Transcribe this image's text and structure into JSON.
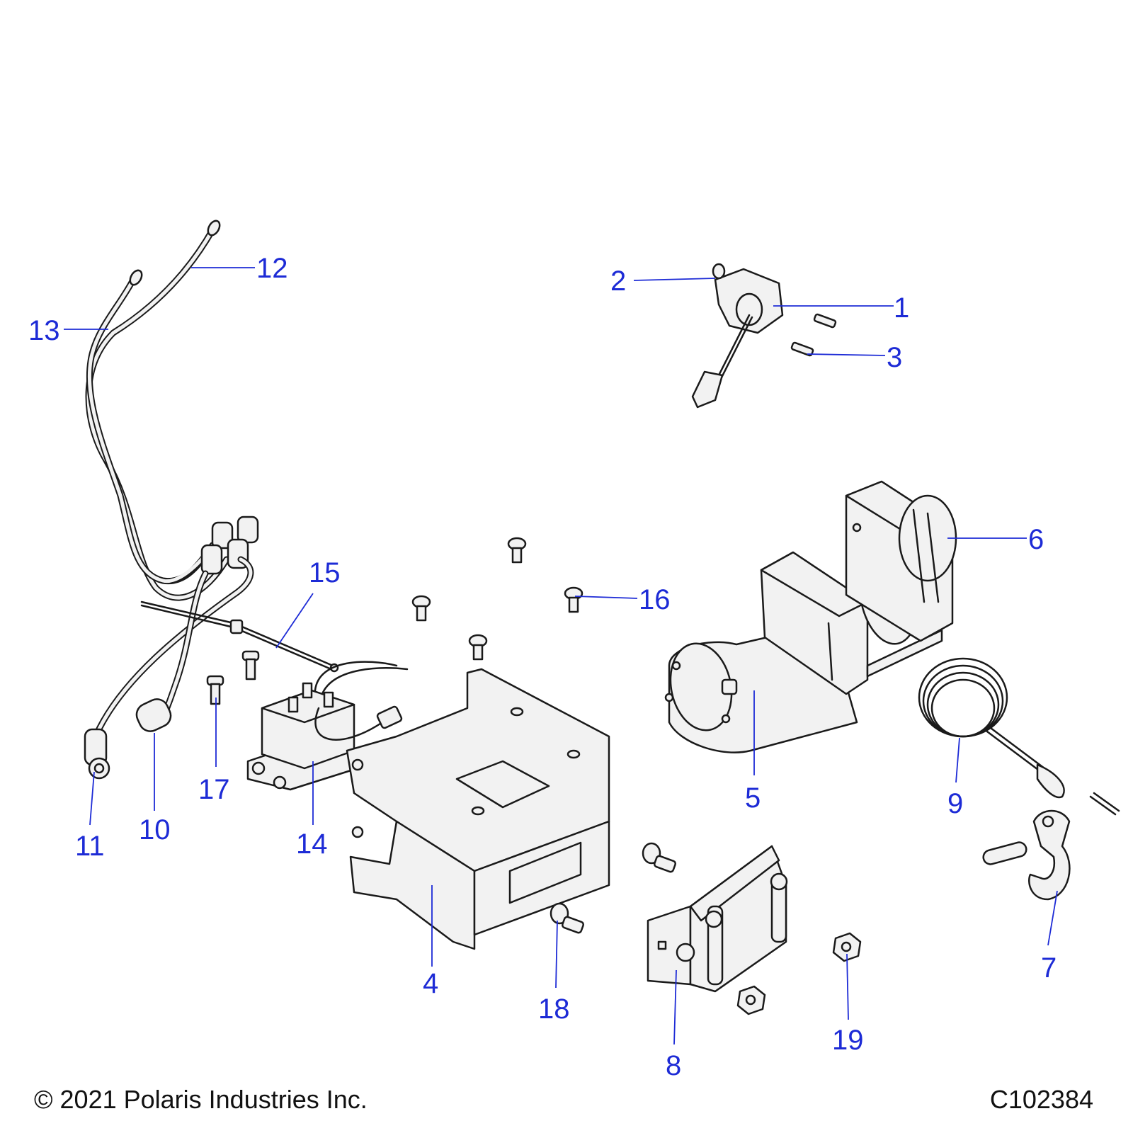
{
  "colors": {
    "callout": "#1d2bd6",
    "line": "#1a1a1a",
    "fill": "#f2f2f2"
  },
  "callouts": [
    "1",
    "2",
    "3",
    "4",
    "5",
    "6",
    "7",
    "8",
    "9",
    "10",
    "11",
    "12",
    "13",
    "14",
    "15",
    "16",
    "17",
    "18",
    "19"
  ],
  "footer": {
    "copyright": "© 2021 Polaris Industries Inc.",
    "drawing_number": "C102384"
  }
}
